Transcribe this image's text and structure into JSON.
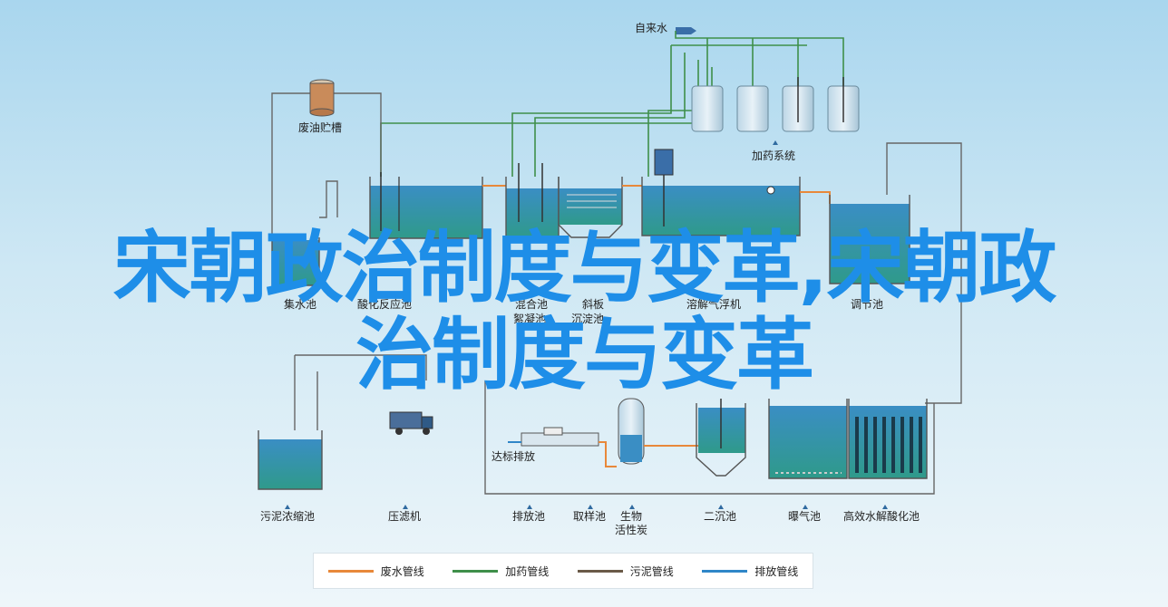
{
  "labels": {
    "tap_water": "自来水",
    "waste_oil_tank": "废油贮槽",
    "dosing_system": "加药系统",
    "collection_tank": "集水池",
    "acidify_tank": "酸化反应池",
    "mixing_flocc": "混合池",
    "flocculation": "絮凝池",
    "inclined_settler": "斜板",
    "inclined_settler_2": "沉淀池",
    "air_flotation": "溶解气浮机",
    "equalization": "调节池",
    "sludge_thickener": "污泥浓缩池",
    "filter_press": "压滤机",
    "standard_discharge": "达标排放",
    "discharge_pool": "排放池",
    "sampling_pool": "取样池",
    "bio_1": "生物",
    "bio_2": "活性炭",
    "secondary_clarifier": "二沉池",
    "aeration_pool": "曝气池",
    "hydrolysis": "高效水解酸化池"
  },
  "legend": [
    {
      "label": "废水管线",
      "color": "#e8883a"
    },
    {
      "label": "加药管线",
      "color": "#3f8f4a"
    },
    {
      "label": "污泥管线",
      "color": "#6a5a48"
    },
    {
      "label": "排放管线",
      "color": "#2f86c8"
    }
  ],
  "watermark": {
    "line1": "宋朝政治制度与变革,宋朝政",
    "line2": "治制度与变革"
  }
}
